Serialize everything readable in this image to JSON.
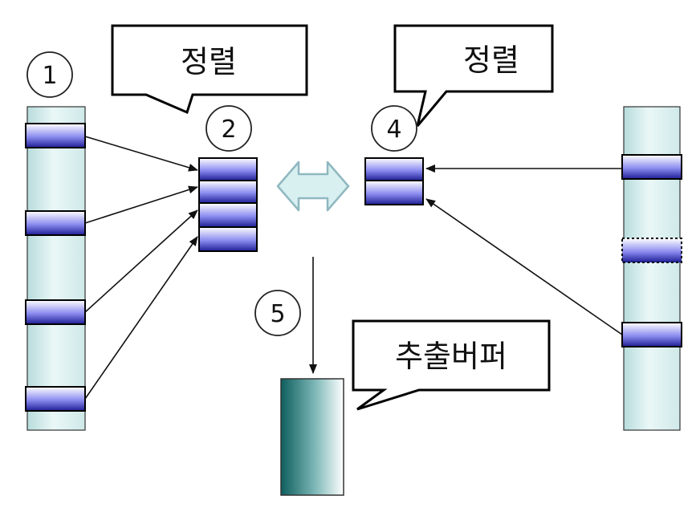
{
  "callouts": {
    "sort_left": "정렬",
    "sort_right": "정렬",
    "output_buffer": "추출버퍼"
  },
  "steps": {
    "s1": "1",
    "s2": "2",
    "s4": "4",
    "s5": "5"
  },
  "colors": {
    "column_light": "#e8f6f6",
    "column_dark": "#b8dcdc",
    "block_light": "#ffffff",
    "block_dark": "#2a2aa0",
    "buffer_dark": "#1a6a6a",
    "exchange_arrow": "#d8f0f0"
  }
}
